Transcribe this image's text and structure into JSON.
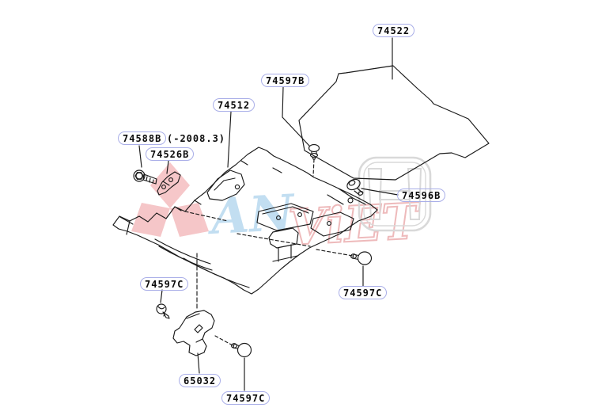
{
  "diagram": {
    "kind": "auto-parts-floor-mat-diagram",
    "labels": [
      {
        "part": "74522",
        "text": "74522"
      },
      {
        "part": "74597B",
        "text": "74597B"
      },
      {
        "part": "74512",
        "text": "74512"
      },
      {
        "part": "74588B",
        "text": "74588B",
        "suffix": "(-2008.3)"
      },
      {
        "part": "74526B",
        "text": "74526B"
      },
      {
        "part": "74596B",
        "text": "74596B"
      },
      {
        "part": "74597C",
        "text": "74597C"
      },
      {
        "part": "74597C",
        "text": "74597C"
      },
      {
        "part": "65032",
        "text": "65032"
      },
      {
        "part": "74597C",
        "text": "74597C"
      }
    ],
    "watermark": {
      "part1": "AN",
      "part2": "ViET"
    },
    "colors": {
      "label_border": "#a9aee8",
      "line": "#1a1a1a",
      "watermark_red": "#f2babc",
      "watermark_blue": "#b3d6ee",
      "watermark_gray": "#d9d9d9"
    }
  }
}
